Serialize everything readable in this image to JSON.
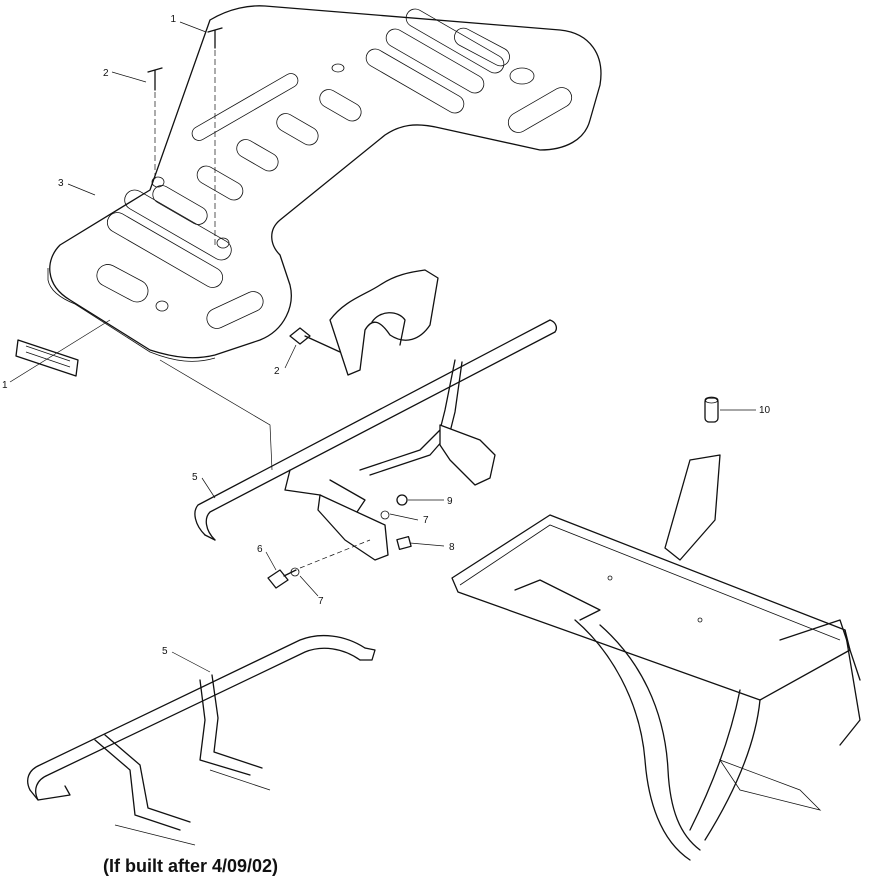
{
  "diagram": {
    "callouts": [
      {
        "id": "c1a",
        "label": "1"
      },
      {
        "id": "c1b",
        "label": "1"
      },
      {
        "id": "c2a",
        "label": "2"
      },
      {
        "id": "c2b",
        "label": "2"
      },
      {
        "id": "c3",
        "label": "3"
      },
      {
        "id": "c5a",
        "label": "5"
      },
      {
        "id": "c5b",
        "label": "5"
      },
      {
        "id": "c6",
        "label": "6"
      },
      {
        "id": "c7a",
        "label": "7"
      },
      {
        "id": "c7b",
        "label": "7"
      },
      {
        "id": "c8",
        "label": "8"
      },
      {
        "id": "c9",
        "label": "9"
      },
      {
        "id": "c10",
        "label": "10"
      }
    ],
    "caption": "(If built after 4/09/02)"
  }
}
